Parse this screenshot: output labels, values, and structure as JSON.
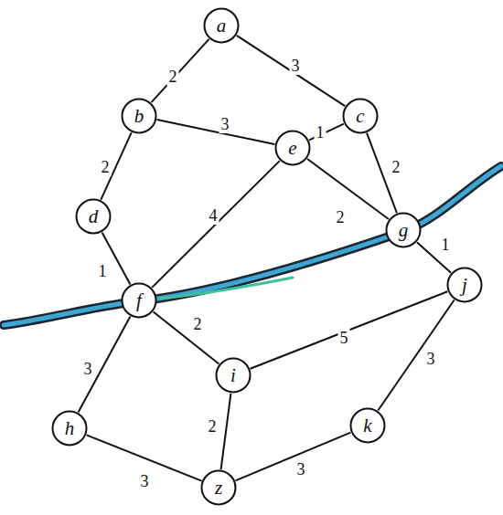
{
  "diagram": {
    "nodes": [
      {
        "text": [
          "a"
        ]
      },
      {
        "text": [
          "b"
        ]
      },
      {
        "text": [
          "c"
        ]
      },
      {
        "text": [
          "e"
        ]
      },
      {
        "text": [
          "d"
        ]
      },
      {
        "text": [
          "g"
        ]
      },
      {
        "text": [
          "f"
        ]
      },
      {
        "text": [
          "j"
        ]
      },
      {
        "text": [
          "i"
        ]
      },
      {
        "text": [
          "h"
        ]
      },
      {
        "text": [
          "k"
        ]
      },
      {
        "text": [
          "z"
        ]
      }
    ],
    "edges": [
      {
        "from": 0,
        "to": 1,
        "arrow": "none",
        "label": "2"
      },
      {
        "from": 0,
        "to": 2,
        "arrow": "none",
        "label": "3"
      },
      {
        "from": 1,
        "to": 3,
        "arrow": "none",
        "label": "3"
      },
      {
        "from": 2,
        "to": 3,
        "arrow": "none",
        "label": "1"
      },
      {
        "from": 1,
        "to": 4,
        "arrow": "none",
        "label": "2"
      },
      {
        "from": 2,
        "to": 5,
        "arrow": "none",
        "label": "2"
      },
      {
        "from": 3,
        "to": 5,
        "arrow": "none",
        "label": "2"
      },
      {
        "from": 3,
        "to": 6,
        "arrow": "none",
        "label": "4"
      },
      {
        "from": 4,
        "to": 6,
        "arrow": "none",
        "label": "1"
      },
      {
        "from": 5,
        "to": 7,
        "arrow": "none",
        "label": "1"
      },
      {
        "from": 6,
        "to": 8,
        "arrow": "none",
        "label": "2"
      },
      {
        "from": 8,
        "to": 7,
        "arrow": "none",
        "label": "5"
      },
      {
        "from": 7,
        "to": 10,
        "arrow": "none",
        "label": "3"
      },
      {
        "from": 6,
        "to": 9,
        "arrow": "none",
        "label": "3"
      },
      {
        "from": 8,
        "to": 11,
        "arrow": "none",
        "label": "2"
      },
      {
        "from": 9,
        "to": 11,
        "arrow": "none",
        "label": "3"
      },
      {
        "from": 10,
        "to": 11,
        "arrow": "none",
        "label": "3"
      }
    ]
  }
}
